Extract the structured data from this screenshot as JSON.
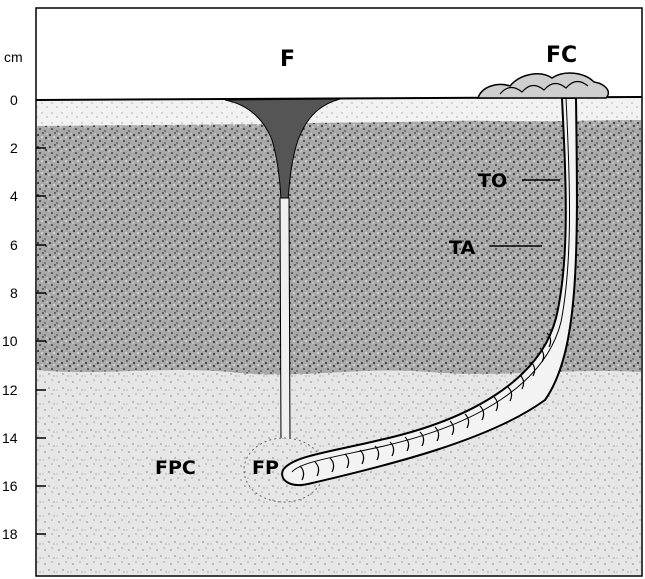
{
  "depth_axis": {
    "unit": "cm",
    "ticks": [
      "0",
      "2",
      "4",
      "6",
      "8",
      "10",
      "12",
      "14",
      "16",
      "18"
    ]
  },
  "labels": {
    "funnel": "F",
    "fecal_cast": "FC",
    "to": "TO",
    "ta": "TA",
    "fpc": "FPC",
    "fp": "FP"
  },
  "colors": {
    "ink": "#000000",
    "paper": "#ffffff",
    "dark_sediment": "#9a9a9a",
    "light_sediment": "#dcdcdc",
    "funnel_fill": "#555555"
  }
}
